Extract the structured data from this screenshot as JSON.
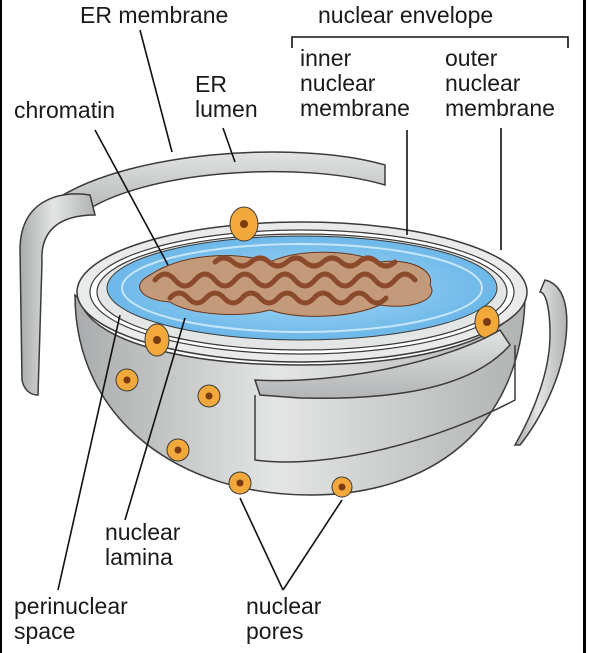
{
  "labels": {
    "er_membrane": "ER membrane",
    "nuclear_envelope": "nuclear envelope",
    "er_lumen": [
      "ER",
      "lumen"
    ],
    "chromatin": "chromatin",
    "inner_nuclear_membrane": [
      "inner",
      "nuclear",
      "membrane"
    ],
    "outer_nuclear_membrane": [
      "outer",
      "nuclear",
      "membrane"
    ],
    "nuclear_lamina": [
      "nuclear",
      "lamina"
    ],
    "perinuclear_space": [
      "perinuclear",
      "space"
    ],
    "nuclear_pores": [
      "nuclear",
      "pores"
    ]
  },
  "colors": {
    "membrane_gray": "#cfd1d1",
    "membrane_dark": "#a7a9aa",
    "outline": "#3b3b3b",
    "nucleoplasm_blue": "#7ec3ec",
    "nucleoplasm_light": "#c6e6f8",
    "chromatin_brown": "#8a4a2b",
    "chromatin_tan": "#c39a7a",
    "pore_orange": "#f2a83a",
    "pore_center": "#7a3b12",
    "leader_line": "#111111"
  }
}
